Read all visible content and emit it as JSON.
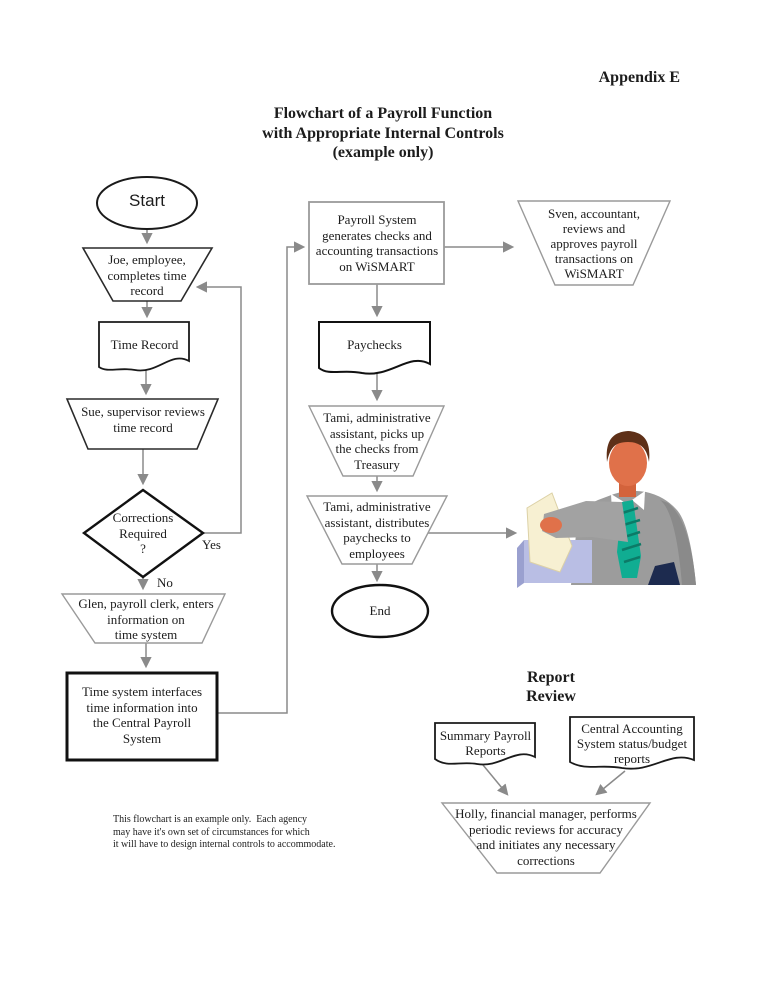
{
  "page": {
    "appendix": "Appendix E",
    "title": "Flowchart of a Payroll Function\nwith Appropriate Internal Controls\n(example only)",
    "footnote": "This flowchart is an example only.  Each agency\nmay have it's own set of circumstances for which\nit will have to design internal controls to accommodate."
  },
  "flowchart": {
    "nodes": {
      "start": "Start",
      "joe": "Joe, employee,\ncompletes time\nrecord",
      "time_record": "Time Record",
      "sue": "Sue, supervisor reviews\ntime record",
      "decision": "Corrections\nRequired\n?",
      "glen": "Glen, payroll clerk, enters\ninformation on\ntime system",
      "central_payroll": "Time system interfaces\ntime information into\nthe Central Payroll\nSystem",
      "payroll_system": "Payroll System\ngenerates checks and\naccounting transactions\non WiSMART",
      "sven": "Sven, accountant,\nreviews and\napproves payroll\ntransactions on\nWiSMART",
      "paychecks": "Paychecks",
      "tami_pickup": "Tami, administrative\nassistant, picks up\nthe checks from\nTreasury",
      "tami_distribute": "Tami, administrative\nassistant, distributes\npaychecks to\nemployees",
      "end": "End"
    },
    "branch_labels": {
      "yes": "Yes",
      "no": "No"
    },
    "report_review": {
      "heading": "Report\nReview",
      "summary_reports": "Summary Payroll\nReports",
      "central_accounting": "Central Accounting\nSystem status/budget\nreports",
      "holly": "Holly, financial manager, performs\nperiodic reviews for accuracy\nand initiates any necessary\ncorrections"
    },
    "icons": {
      "man_clipart": "man-inserting-paycheck-into-box"
    },
    "colors": {
      "connector_gray": "#8a8a8a",
      "border_black": "#1a1a1a",
      "border_gray": "#9a9a9a",
      "suit_gray": "#9c9c9c",
      "tie_teal": "#10ad92",
      "skin": "#e0714a",
      "hair_brown": "#5e3018",
      "box_lavender": "#b9bee4",
      "paper_cream": "#f7f0d2"
    }
  }
}
